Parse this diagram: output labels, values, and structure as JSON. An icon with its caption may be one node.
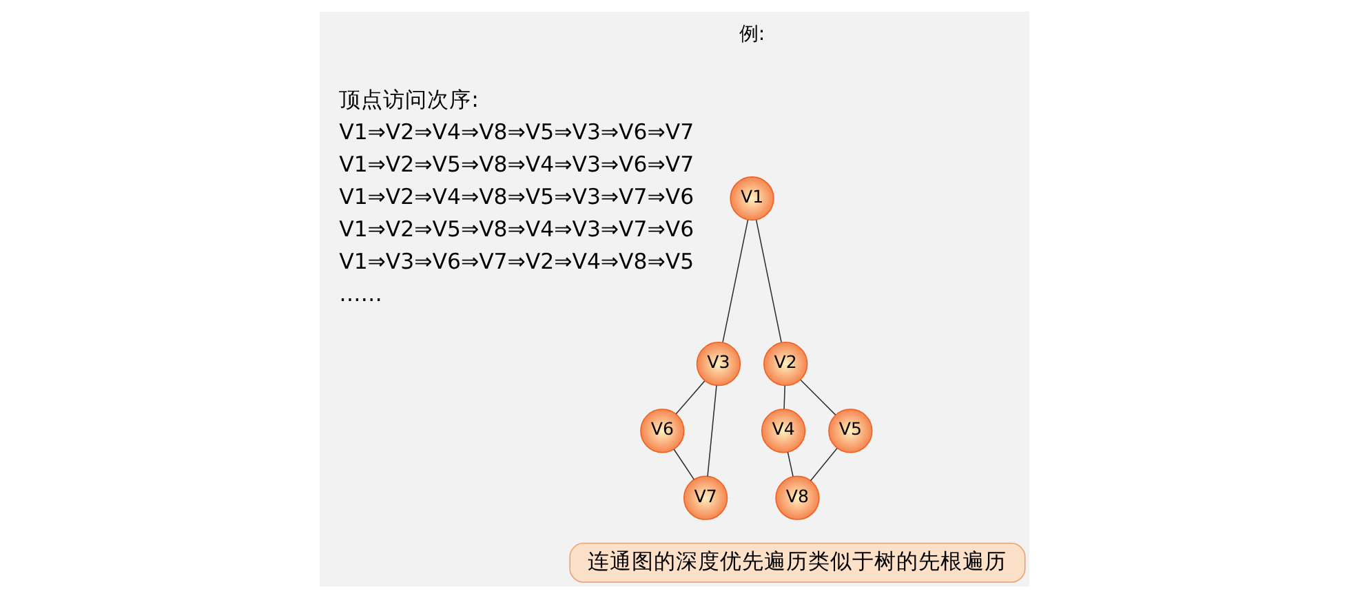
{
  "diagram": {
    "nodes": [
      {
        "text": [
          "V1"
        ]
      },
      {
        "text": [
          "V2"
        ]
      },
      {
        "text": [
          "V3"
        ]
      },
      {
        "text": [
          "V4"
        ]
      },
      {
        "text": [
          "V5"
        ]
      },
      {
        "text": [
          "V6"
        ]
      },
      {
        "text": [
          "V7"
        ]
      },
      {
        "text": [
          "V8"
        ]
      },
      {
        "text": [
          "连通图的深度优先遍历类似于树的先根遍历"
        ]
      }
    ],
    "edges": [
      {
        "from": 0,
        "to": 1,
        "arrow": "none"
      },
      {
        "from": 0,
        "to": 2,
        "arrow": "none"
      },
      {
        "from": 1,
        "to": 3,
        "arrow": "none"
      },
      {
        "from": 1,
        "to": 4,
        "arrow": "none"
      },
      {
        "from": 2,
        "to": 5,
        "arrow": "none"
      },
      {
        "from": 2,
        "to": 6,
        "arrow": "none"
      },
      {
        "from": 5,
        "to": 6,
        "arrow": "none"
      },
      {
        "from": 3,
        "to": 7,
        "arrow": "none"
      },
      {
        "from": 4,
        "to": 7,
        "arrow": "none"
      }
    ],
    "labels": [
      "例:",
      "顶点访问次序:",
      "V1⇒V2⇒V4⇒V8⇒V5⇒V3⇒V6⇒V7",
      "V1⇒V2⇒V5⇒V8⇒V4⇒V3⇒V6⇒V7",
      "V1⇒V2⇒V4⇒V8⇒V5⇒V3⇒V7⇒V6",
      "V1⇒V2⇒V5⇒V8⇒V4⇒V3⇒V7⇒V6",
      "V1⇒V3⇒V6⇒V7⇒V2⇒V4⇒V8⇒V5",
      "……"
    ]
  }
}
